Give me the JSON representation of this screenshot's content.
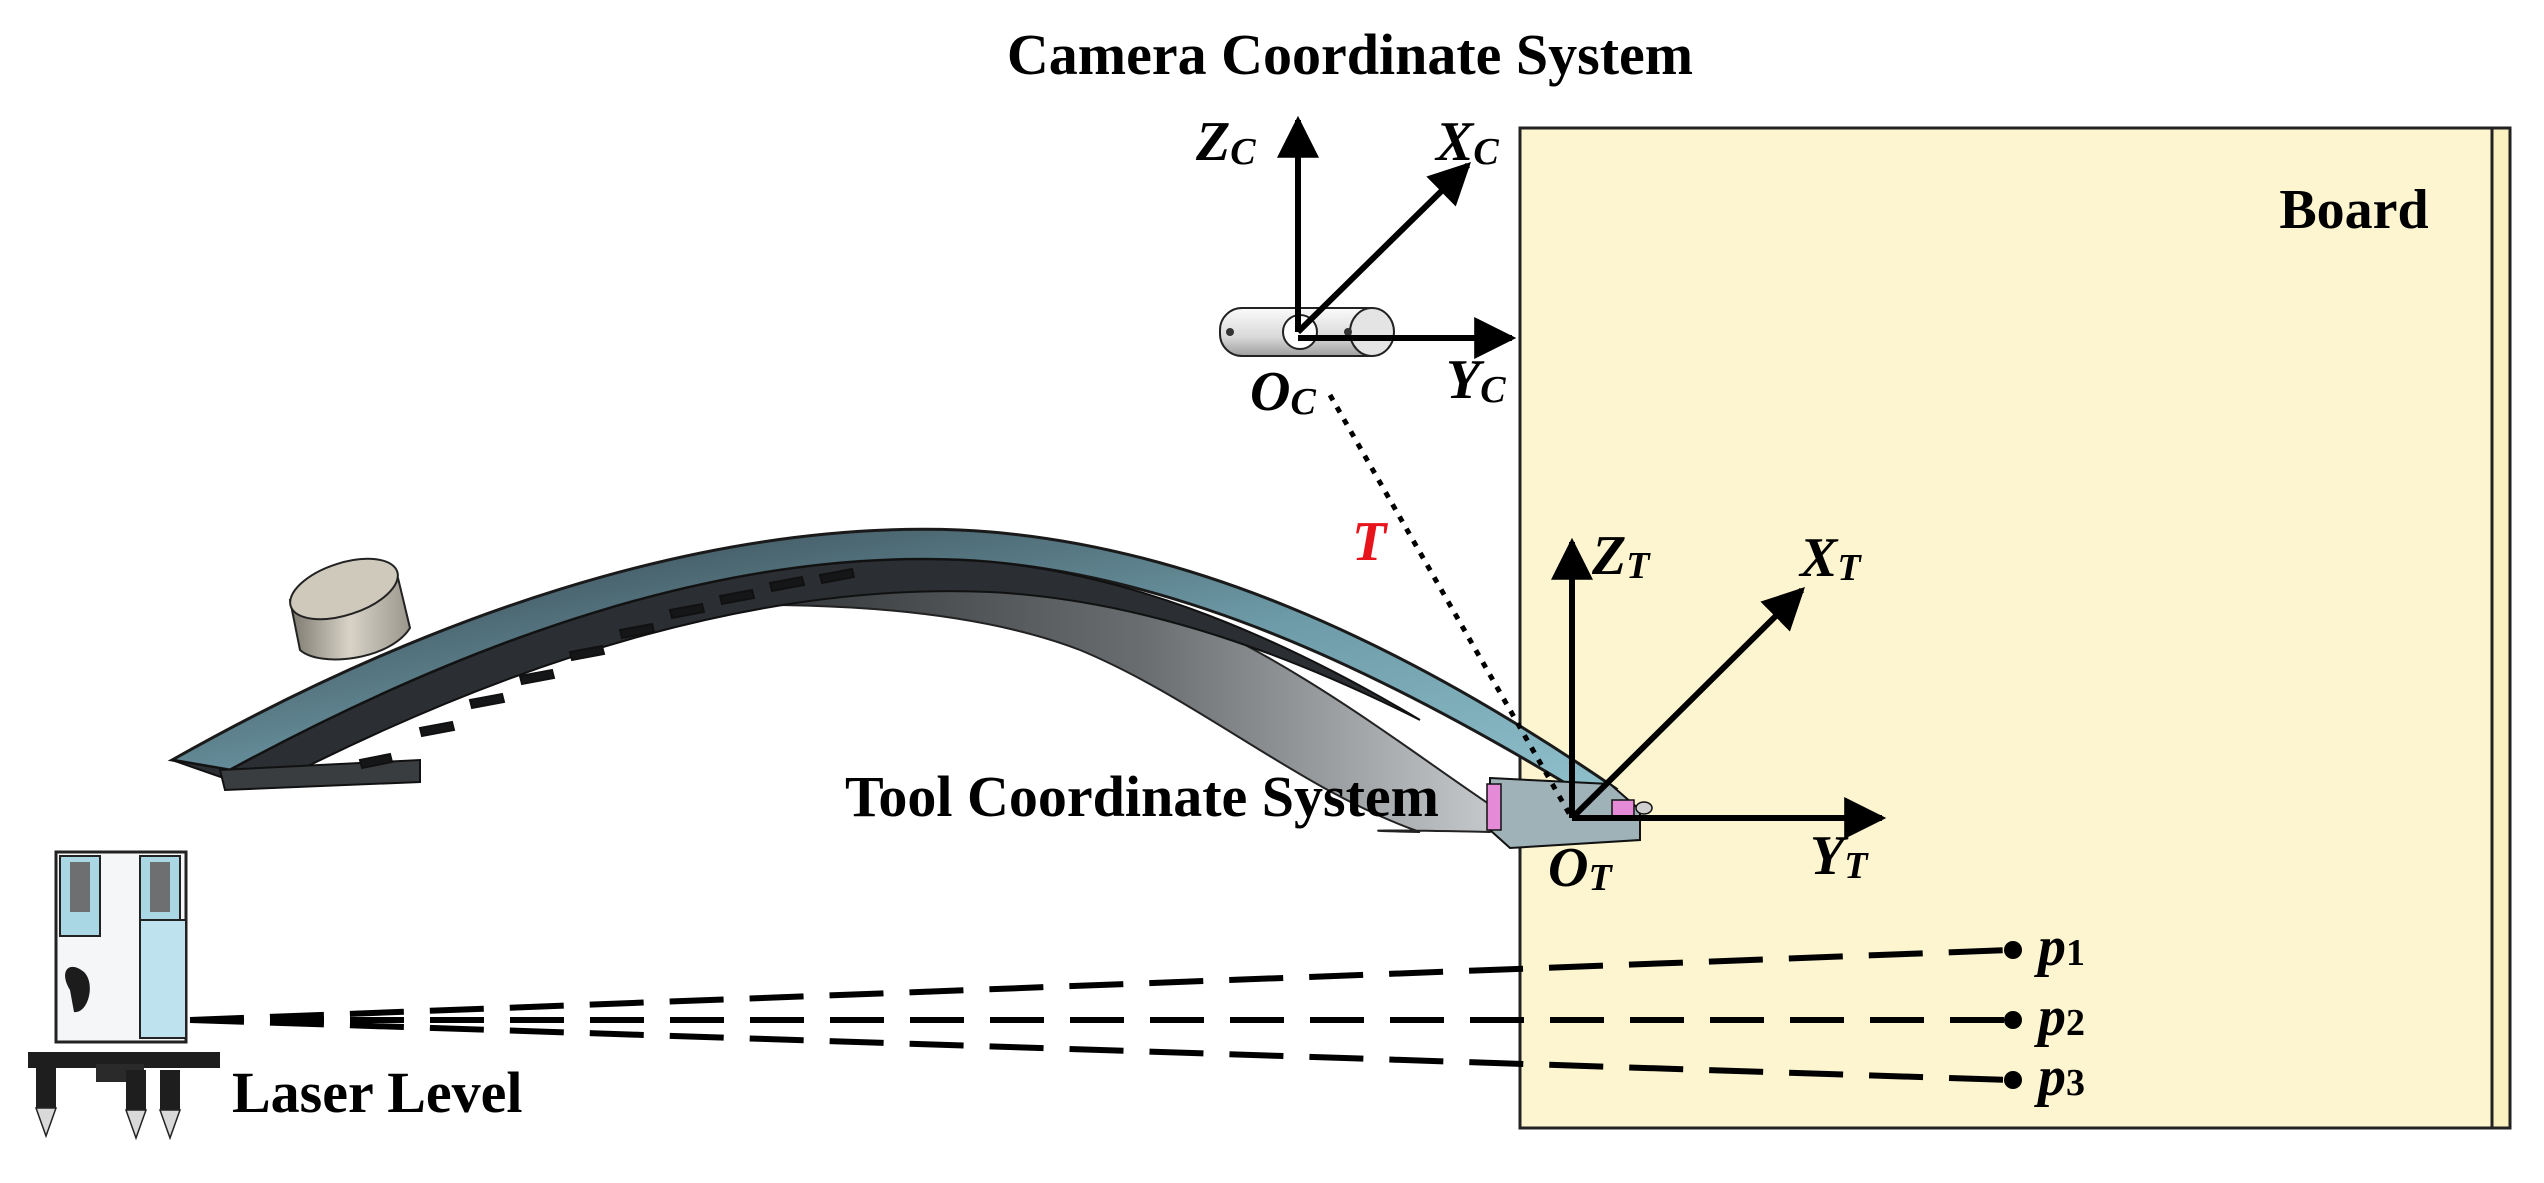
{
  "titles": {
    "camera_system": "Camera Coordinate System",
    "tool_system": "Tool Coordinate System",
    "board": "Board",
    "laser_level": "Laser Level"
  },
  "camera_axes": {
    "z_main": "Z",
    "z_sub": "C",
    "x_main": "X",
    "x_sub": "C",
    "y_main": "Y",
    "y_sub": "C",
    "origin_main": "O",
    "origin_sub": "C"
  },
  "tool_axes": {
    "z_main": "Z",
    "z_sub": "T",
    "x_main": "X",
    "x_sub": "T",
    "y_main": "Y",
    "y_sub": "T",
    "origin_main": "O",
    "origin_sub": "T"
  },
  "transform": {
    "label": "T",
    "color": "#e8141c"
  },
  "points": [
    {
      "main": "p",
      "sub": "1"
    },
    {
      "main": "p",
      "sub": "2"
    },
    {
      "main": "p",
      "sub": "3"
    }
  ],
  "colors": {
    "board_fill": "#fdf5cf",
    "board_edge": "#222222",
    "blade_top": "#6f9aa6",
    "blade_under": "#2a2e31",
    "tool_tip": "#e58ad6"
  },
  "icons": {
    "camera": "camera-icon",
    "laser_level": "laser-level-icon",
    "blade": "turbine-blade-icon"
  }
}
